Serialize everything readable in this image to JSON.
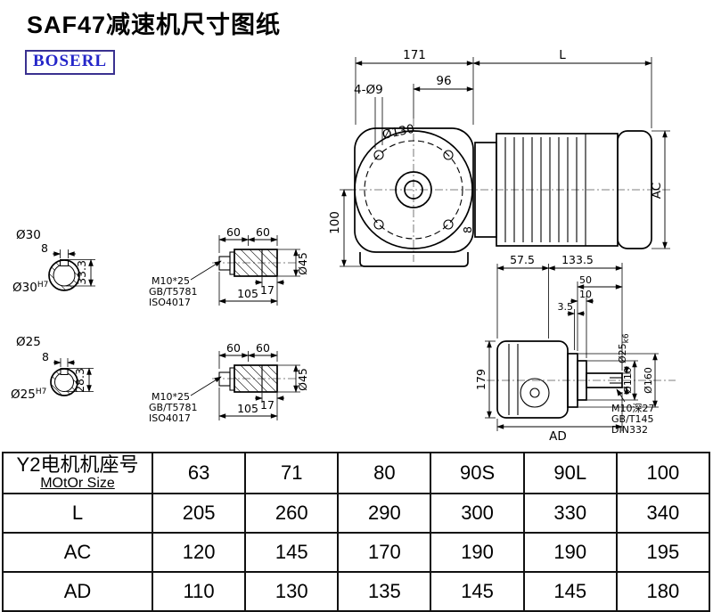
{
  "page": {
    "title": "SAF47减速机尺寸图纸",
    "brand": "BOSERL"
  },
  "front_view": {
    "dim_171": "171",
    "dim_L": "L",
    "dim_96": "96",
    "label_holes": "4-Ø9",
    "label_flange": "Ø130",
    "dim_100": "100",
    "dim_AC": "AC",
    "dim_8": "8"
  },
  "section_top": {
    "dia": "Ø30",
    "key_width": "8",
    "key_depth": "33.3",
    "bore": "Ø30",
    "bore_tol": "H7"
  },
  "section_bottom": {
    "dia": "Ø25",
    "key_width": "8",
    "key_depth": "28.3",
    "bore": "Ø25",
    "bore_tol": "H7"
  },
  "shaft_top": {
    "dim_60a": "60",
    "dim_60b": "60",
    "dim_17": "17",
    "dim_105": "105",
    "dia": "Ø45",
    "note1": "M10*25",
    "note2": "GB/T5781",
    "note3": "ISO4017"
  },
  "shaft_bottom": {
    "dim_60a": "60",
    "dim_60b": "60",
    "dim_17": "17",
    "dim_105": "105",
    "dia": "Ø45",
    "note1": "M10*25",
    "note2": "GB/T5781",
    "note3": "ISO4017"
  },
  "side_view": {
    "dim_57_5": "57.5",
    "dim_133_5": "133.5",
    "dim_50": "50",
    "dim_10": "10",
    "dim_3_5": "3.5",
    "shaft_dia": "Ø25",
    "shaft_tol": "k6",
    "dia_110": "Ø110",
    "dia_160": "Ø160",
    "dim_179": "179",
    "dim_AD": "AD",
    "note1": "M10深27",
    "note2": "GB/T145",
    "note3": "DIN332"
  },
  "table": {
    "header_cn": "Y2电机机座号",
    "header_en": "MOtOr Size",
    "sizes": [
      "63",
      "71",
      "80",
      "90S",
      "90L",
      "100"
    ],
    "rows": [
      {
        "label": "L",
        "values": [
          "205",
          "260",
          "290",
          "300",
          "330",
          "340"
        ]
      },
      {
        "label": "AC",
        "values": [
          "120",
          "145",
          "170",
          "190",
          "190",
          "195"
        ]
      },
      {
        "label": "AD",
        "values": [
          "110",
          "130",
          "135",
          "145",
          "145",
          "180"
        ]
      }
    ]
  }
}
